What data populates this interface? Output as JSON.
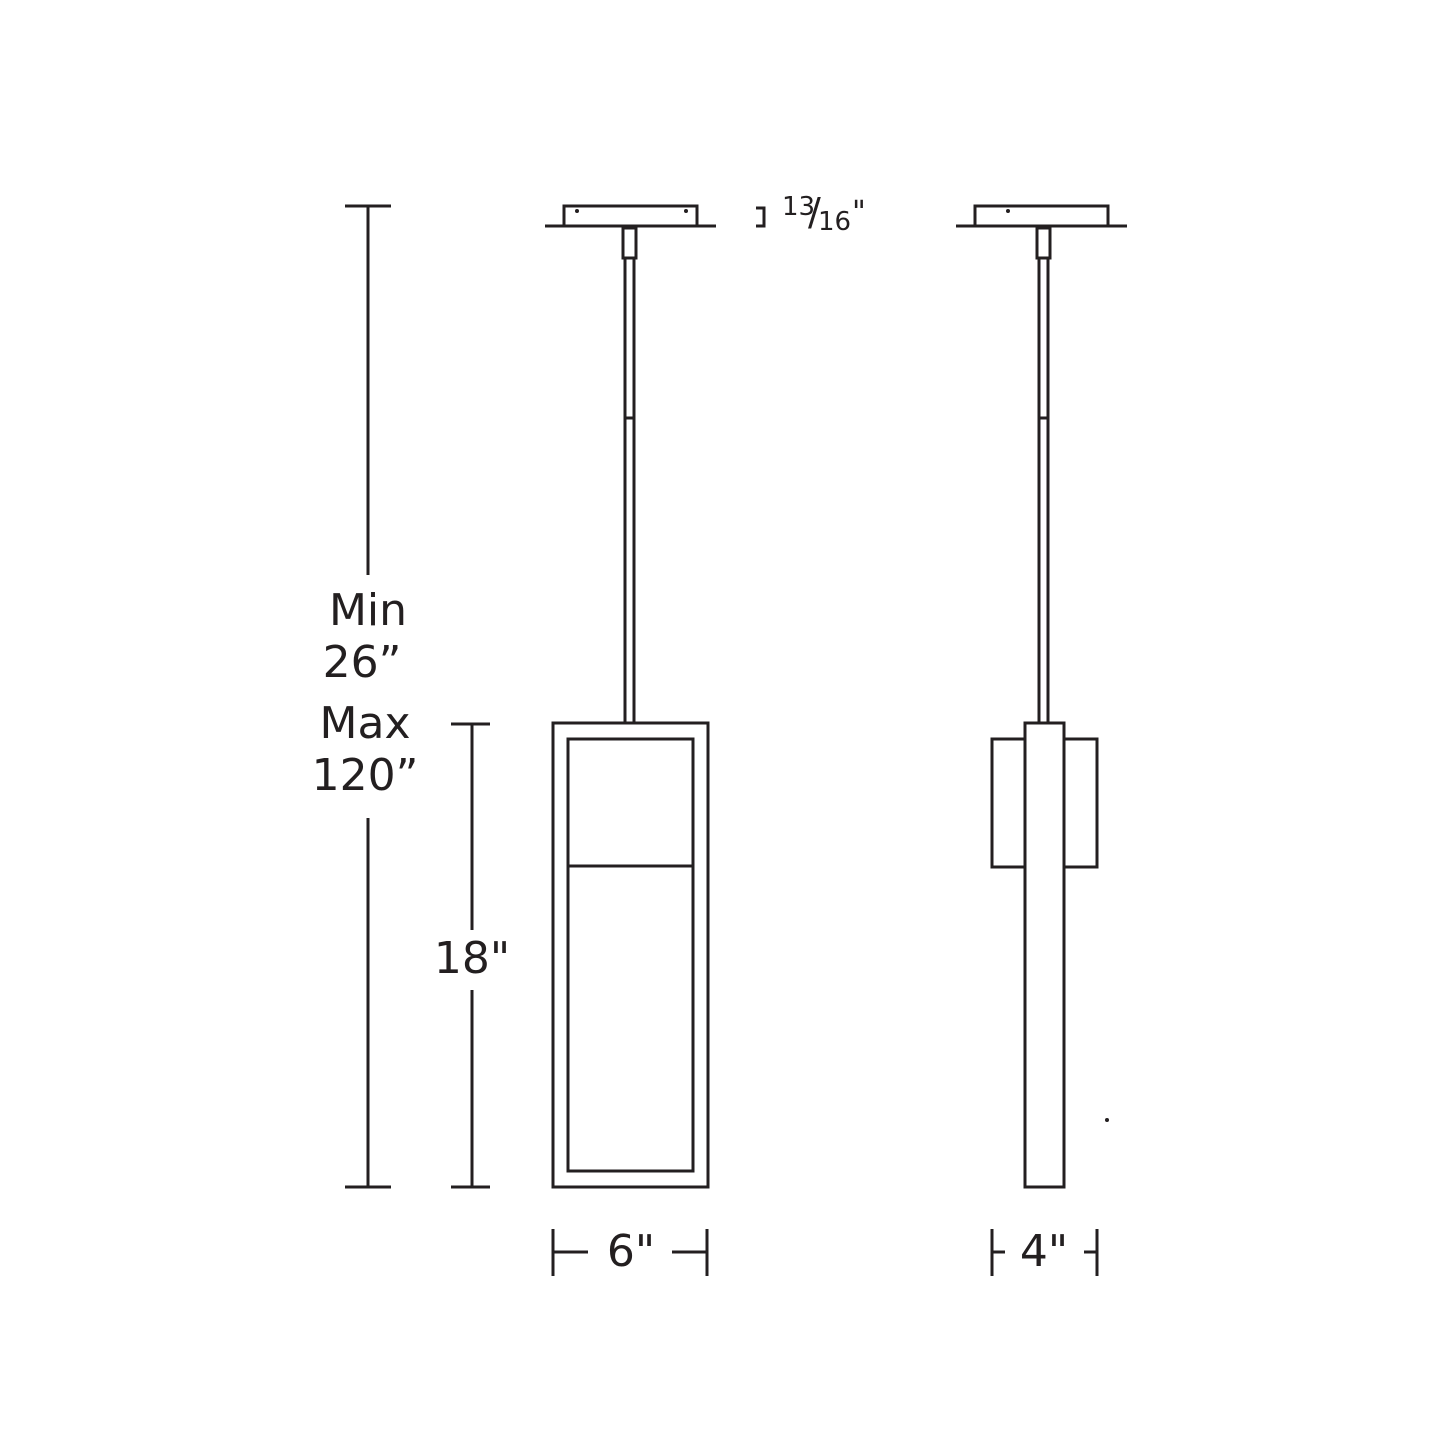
{
  "diagram": {
    "line_color": "#231f20",
    "background": "#ffffff",
    "canopy_label": {
      "whole": "13",
      "num": "/",
      "den": "16",
      "unit": "\""
    },
    "overall_label": {
      "line1": "Min",
      "line2": "26”",
      "line3": "Max",
      "line4": "120”"
    },
    "shade_height_label": "18\"",
    "front_width_label": "6\"",
    "side_width_label": "4\""
  }
}
